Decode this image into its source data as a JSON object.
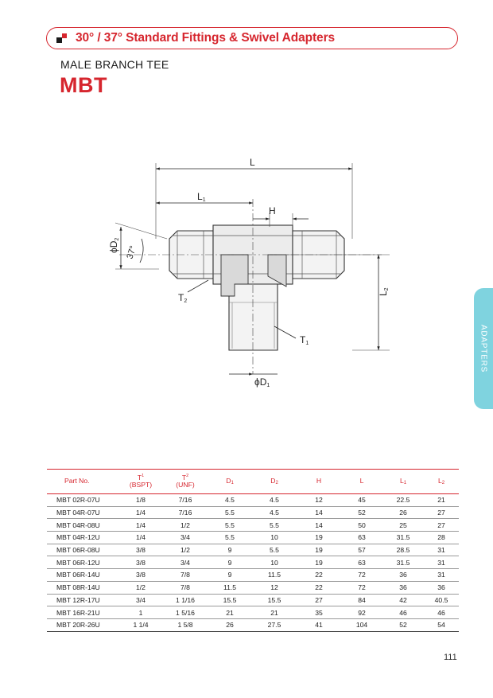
{
  "header": {
    "title": "30° / 37° Standard Fittings & Swivel Adapters"
  },
  "product": {
    "subtitle": "MALE BRANCH TEE",
    "code": "MBT"
  },
  "drawing": {
    "labels": {
      "L": "L",
      "L1": "L",
      "L1_sub": "1",
      "L2": "L",
      "L2_sub": "2",
      "H": "H",
      "D2": "ϕD",
      "D2_sub": "2",
      "angle": "37°",
      "T2": "T",
      "T2_sub": "2",
      "T1": "T",
      "T1_sub": "1",
      "D1": "ϕD",
      "D1_sub": "1"
    }
  },
  "side_tab": {
    "label": "ADAPTERS"
  },
  "table": {
    "headers": {
      "part_no": "Part No.",
      "t1": "T",
      "t1_sub": "1",
      "t1_unit": "(BSPT)",
      "t2": "T",
      "t2_sub": "2",
      "t2_unit": "(UNF)",
      "d1": "D",
      "d1_sub": "1",
      "d2": "D",
      "d2_sub": "2",
      "h": "H",
      "l": "L",
      "l1": "L",
      "l1_sub": "1",
      "l2": "L",
      "l2_sub": "2"
    },
    "rows": [
      [
        "MBT 02R-07U",
        "1/8",
        "7/16",
        "4.5",
        "4.5",
        "12",
        "45",
        "22.5",
        "21"
      ],
      [
        "MBT 04R-07U",
        "1/4",
        "7/16",
        "5.5",
        "4.5",
        "14",
        "52",
        "26",
        "27"
      ],
      [
        "MBT 04R-08U",
        "1/4",
        "1/2",
        "5.5",
        "5.5",
        "14",
        "50",
        "25",
        "27"
      ],
      [
        "MBT 04R-12U",
        "1/4",
        "3/4",
        "5.5",
        "10",
        "19",
        "63",
        "31.5",
        "28"
      ],
      [
        "MBT 06R-08U",
        "3/8",
        "1/2",
        "9",
        "5.5",
        "19",
        "57",
        "28.5",
        "31"
      ],
      [
        "MBT 06R-12U",
        "3/8",
        "3/4",
        "9",
        "10",
        "19",
        "63",
        "31.5",
        "31"
      ],
      [
        "MBT 06R-14U",
        "3/8",
        "7/8",
        "9",
        "11.5",
        "22",
        "72",
        "36",
        "31"
      ],
      [
        "MBT 08R-14U",
        "1/2",
        "7/8",
        "11.5",
        "12",
        "22",
        "72",
        "36",
        "36"
      ],
      [
        "MBT 12R-17U",
        "3/4",
        "1 1/16",
        "15.5",
        "15.5",
        "27",
        "84",
        "42",
        "40.5"
      ],
      [
        "MBT 16R-21U",
        "1",
        "1 5/16",
        "21",
        "21",
        "35",
        "92",
        "46",
        "46"
      ],
      [
        "MBT 20R-26U",
        "1 1/4",
        "1 5/8",
        "26",
        "27.5",
        "41",
        "104",
        "52",
        "54"
      ]
    ]
  },
  "page": {
    "number": "111"
  }
}
